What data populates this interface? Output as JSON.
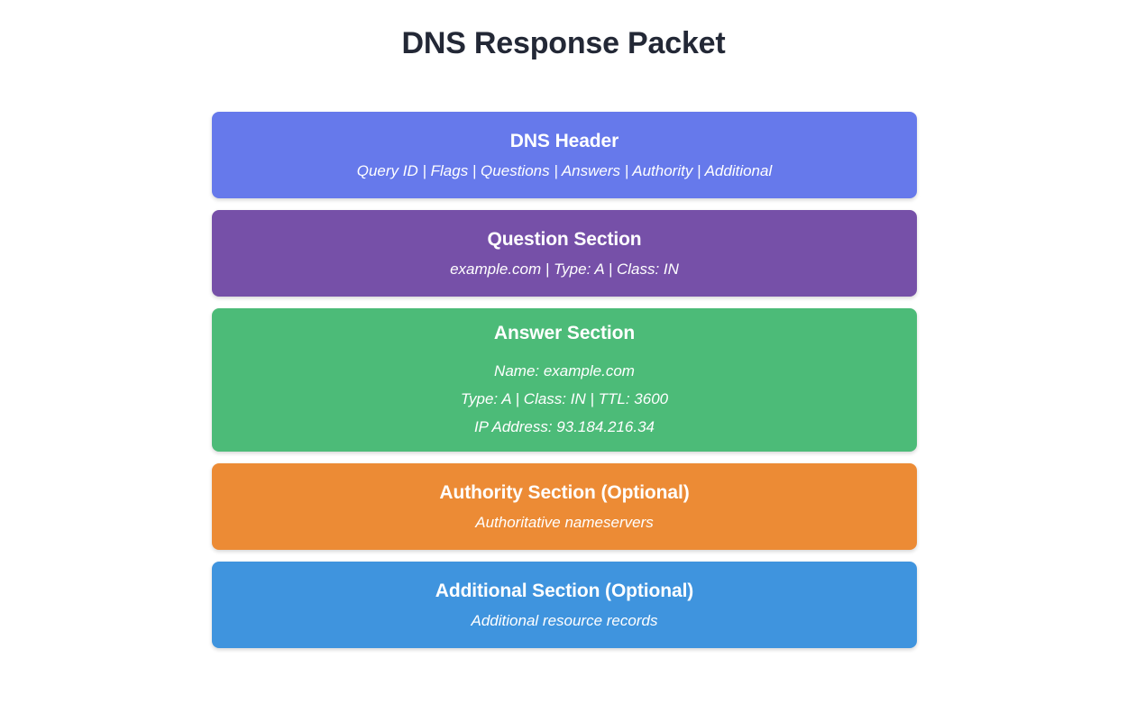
{
  "page": {
    "title": "DNS Response Packet",
    "title_color": "#232836",
    "background_color": "#ffffff"
  },
  "blocks": [
    {
      "id": "dns-header",
      "title": "DNS Header",
      "lines": [
        "Query ID | Flags | Questions | Answers | Authority | Additional"
      ],
      "color": "#6679EB"
    },
    {
      "id": "question-section",
      "title": "Question Section",
      "lines": [
        "example.com | Type: A | Class: IN"
      ],
      "color": "#7650A8"
    },
    {
      "id": "answer-section",
      "title": "Answer Section",
      "lines": [
        "Name: example.com",
        "Type: A | Class: IN | TTL: 3600",
        "IP Address: 93.184.216.34"
      ],
      "color": "#4CBB78"
    },
    {
      "id": "authority-section",
      "title": "Authority Section (Optional)",
      "lines": [
        "Authoritative nameservers"
      ],
      "color": "#EC8B35"
    },
    {
      "id": "additional-section",
      "title": "Additional Section (Optional)",
      "lines": [
        "Additional resource records"
      ],
      "color": "#3F94DE"
    }
  ]
}
